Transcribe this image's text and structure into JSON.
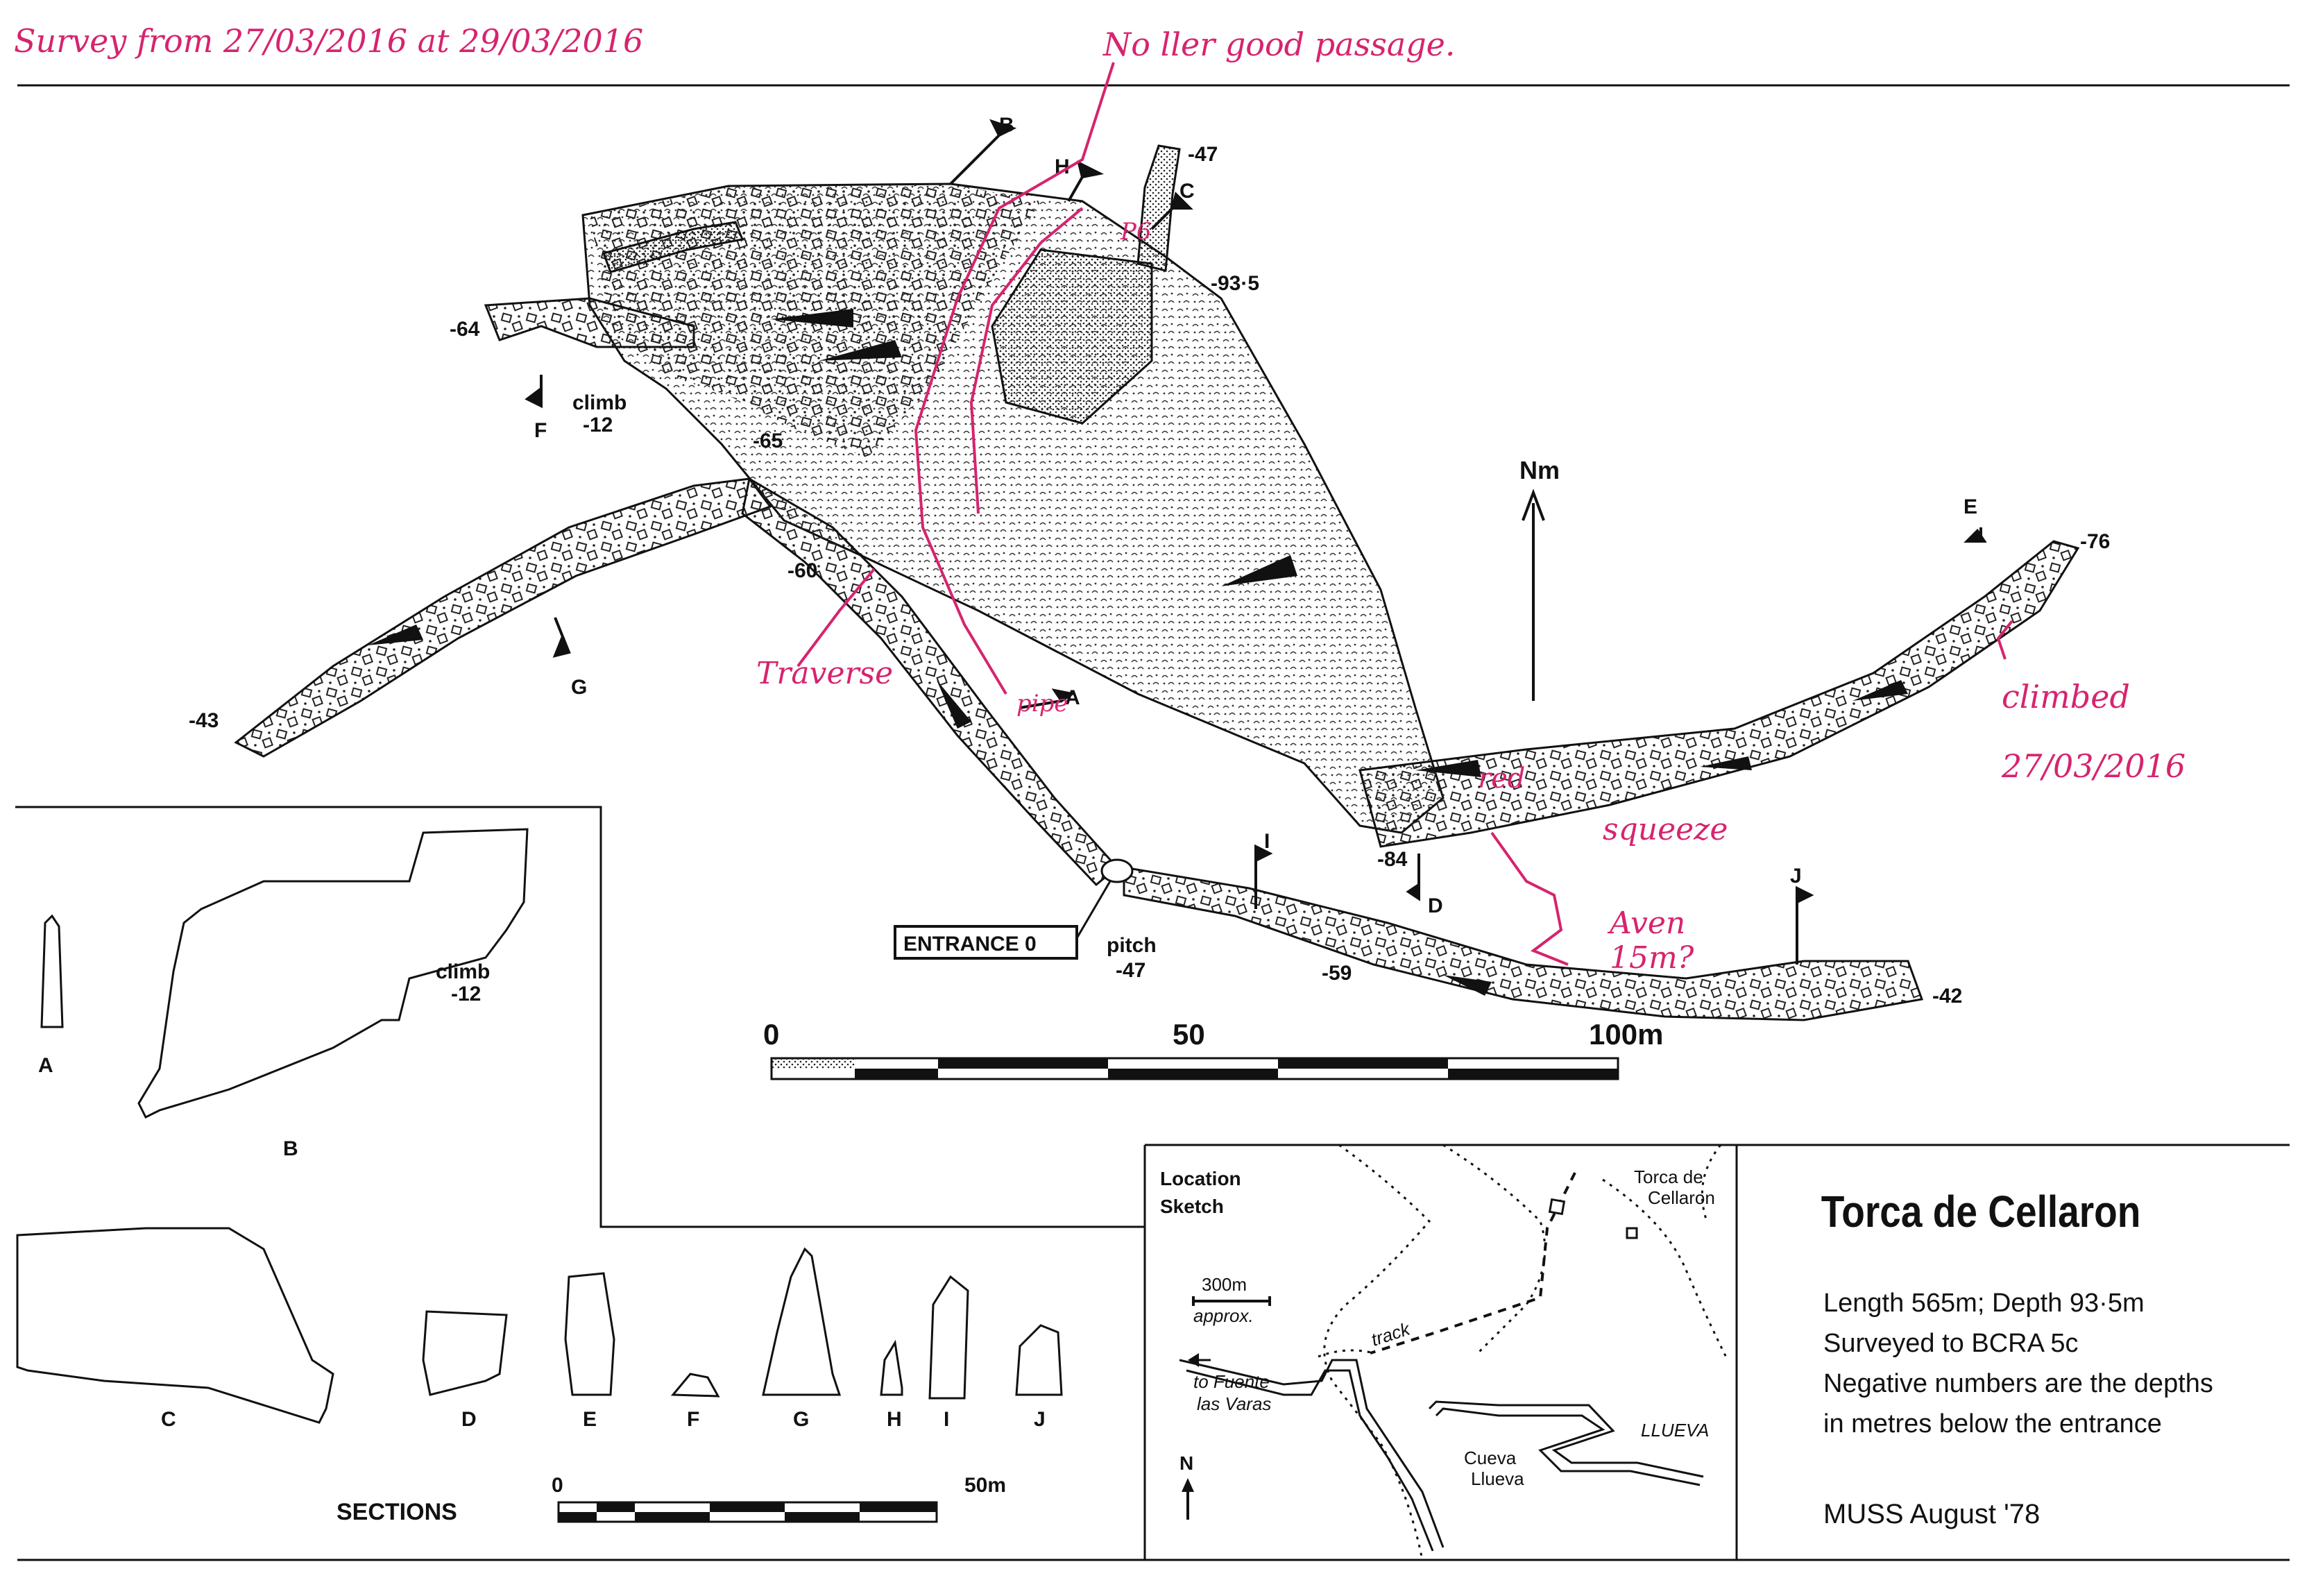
{
  "annotations": {
    "survey_note": "Survey from 27/03/2016 at 29/03/2016",
    "no_passage": "No ller good passage.",
    "traverse": "Traverse",
    "pipe": "pipe",
    "p6": "P6",
    "climbed": "climbed",
    "climbed_date": "27/03/2016",
    "red_note": "red",
    "squeeze": "squeeze",
    "aven": "Aven",
    "aven_depth": "15m?"
  },
  "plan": {
    "north_label": "Nm",
    "entrance_label": "ENTRANCE 0",
    "pitch_label": "pitch",
    "pitch_depth": "-47",
    "climb_label": "climb",
    "climb_depth": "-12",
    "depths": {
      "d47": "-47",
      "d935": "-93·5",
      "d64": "-64",
      "d65": "-65",
      "d60": "-60",
      "d43": "-43",
      "d76": "-76",
      "d84": "-84",
      "d59": "-59",
      "d42": "-42"
    },
    "section_markers": {
      "A": "A",
      "B": "B",
      "C": "C",
      "D": "D",
      "E": "E",
      "F": "F",
      "G": "G",
      "H": "H",
      "I": "I",
      "J": "J"
    },
    "scale": {
      "s0": "0",
      "s50": "50",
      "s100": "100m"
    }
  },
  "sections": {
    "heading": "SECTIONS",
    "climb_label": "climb",
    "climb_depth": "-12",
    "letters": {
      "A": "A",
      "B": "B",
      "C": "C",
      "D": "D",
      "E": "E",
      "F": "F",
      "G": "G",
      "H": "H",
      "I": "I",
      "J": "J"
    },
    "scale": {
      "s0": "0",
      "s50": "50m"
    }
  },
  "location": {
    "heading_line1": "Location",
    "heading_line2": "Sketch",
    "scale_label": "300m",
    "scale_note": "approx.",
    "track": "track",
    "fuente_line1": "to Fuente",
    "fuente_line2": "las Varas",
    "torca_line1": "Torca de",
    "torca_line2": "Cellaron",
    "llueva": "LLUEVA",
    "cueva_line1": "Cueva",
    "cueva_line2": "Llueva",
    "north": "N"
  },
  "info": {
    "title": "Torca de Cellaron",
    "line1": "Length 565m;  Depth 93·5m",
    "line2": "Surveyed to BCRA 5c",
    "line3": "Negative numbers are the depths",
    "line4": "in metres below the entrance",
    "credit": "MUSS   August '78"
  }
}
